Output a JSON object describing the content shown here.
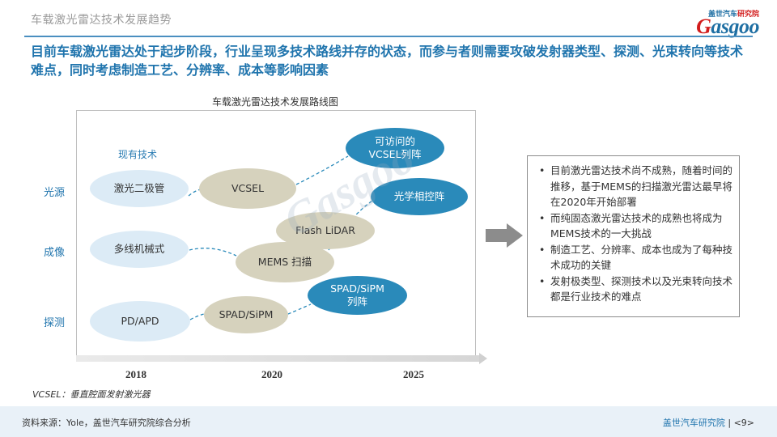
{
  "header": {
    "top_title": "车载激光雷达技术发展趋势",
    "logo": {
      "brand_cn_1": "盖世汽车",
      "brand_cn_2": "研究院",
      "brand_en_1": "G",
      "brand_en_2": "asgoo"
    }
  },
  "headline": "目前车载激光雷达处于起步阶段，行业呈现多技术路线并存的状态，而参与者则需要攻破发射器类型、探测、光束转向等技术难点，同时考虑制造工艺、分辨率、成本等影响因素",
  "diagram": {
    "title": "车载激光雷达技术发展路线图",
    "current_tech_label": "现有技术",
    "rows": {
      "light_source": "光源",
      "imaging": "成像",
      "detection": "探测"
    },
    "years": [
      "2018",
      "2020",
      "2025"
    ],
    "nodes": {
      "laser_diode": "激光二极管",
      "multiline_mechanical": "多线机械式",
      "pd_apd": "PD/APD",
      "vcsel": "VCSEL",
      "flash_lidar": "Flash LiDAR",
      "mems_scan": "MEMS 扫描",
      "spad_sipm": "SPAD/SiPM",
      "addressable_vcsel_line1": "可访问的",
      "addressable_vcsel_line2": "VCSEL列阵",
      "optical_phased_array": "光学相控阵",
      "spad_sipm_array_line1": "SPAD/SiPM",
      "spad_sipm_array_line2": "列阵"
    },
    "colors": {
      "current": "#dcebf6",
      "mid": "#d6d2bd",
      "future": "#2a8aba",
      "connector": "#2a8aba"
    }
  },
  "summary": {
    "bullets": [
      "目前激光雷达技术尚不成熟，随着时间的推移，基于MEMS的扫描激光雷达最早将在2020年开始部署",
      "而纯固态激光雷达技术的成熟也将成为MEMS技术的一大挑战",
      "制造工艺、分辨率、成本也成为了每种技术成功的关键",
      "发射极类型、探测技术以及光束转向技术都是行业技术的难点"
    ]
  },
  "footnote": "VCSEL：垂直腔面发射激光器",
  "footer": {
    "source": "资料来源：Yole，盖世汽车研究院综合分析",
    "org": "盖世汽车研究院",
    "separator": " | ",
    "page": "<9>"
  }
}
